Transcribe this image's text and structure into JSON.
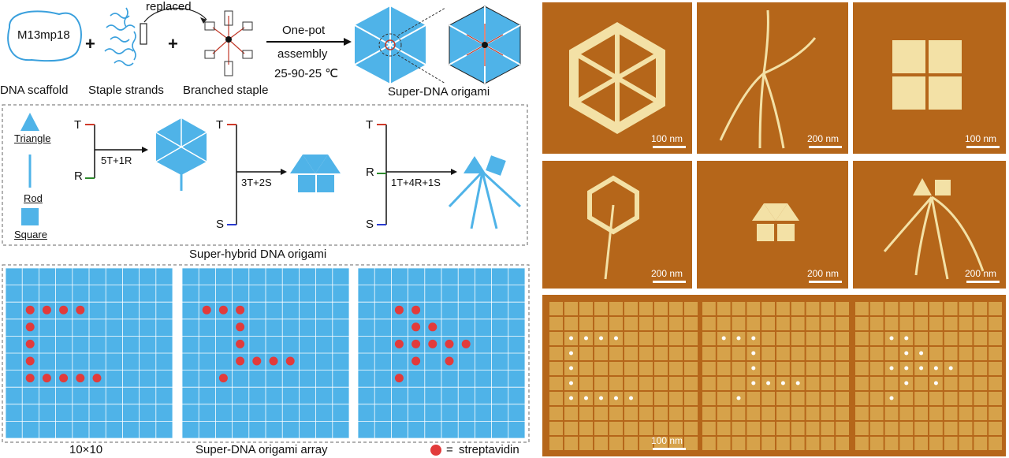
{
  "schematic": {
    "scaffold_box": "M13mp18",
    "scaffold_label": "DNA scaffold",
    "staple_label": "Staple strands",
    "branched_label": "Branched staple",
    "replaced": "replaced",
    "plus": "+",
    "arrow_top": "One-pot",
    "arrow_mid": "assembly",
    "arrow_bot": "25-90-25 ℃",
    "super_label": "Super-DNA origami"
  },
  "hybrid": {
    "triangle": "Triangle",
    "rod": "Rod",
    "square": "Square",
    "t": "T",
    "r": "R",
    "s": "S",
    "eq1": "5T+1R",
    "eq2": "3T+2S",
    "eq3": "1T+4R+1S",
    "title": "Super-hybrid DNA origami"
  },
  "array": {
    "size": "10×10",
    "title": "Super-DNA origami array",
    "legend_eq": "=",
    "legend_label": "streptavidin"
  },
  "afm": {
    "scale1": "100 nm",
    "scale2": "200 nm",
    "scale3": "100 nm",
    "scale4": "200 nm",
    "scale5": "200 nm",
    "scale6": "200 nm",
    "scale7": "100 nm"
  },
  "colors": {
    "origami_blue": "#4fb3e8",
    "afm_bg": "#b5661a",
    "afm_fg": "#f3e1a6",
    "streptavidin": "#e23b3b",
    "t_color": "#d03a2a",
    "r_color": "#2c8a2c",
    "s_color": "#2a3ad0"
  }
}
